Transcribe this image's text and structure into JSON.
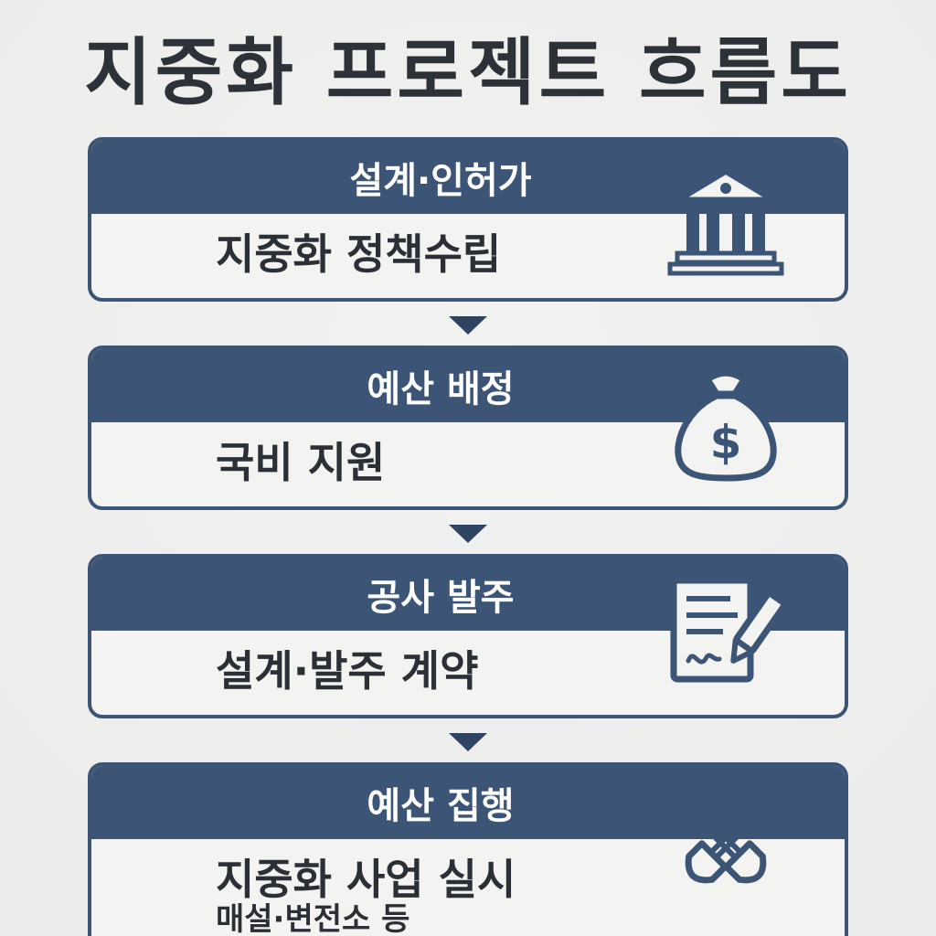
{
  "title": "지중화 프로젝트 흐름도",
  "steps": [
    {
      "header": "설계·인허가",
      "body": "지중화 정책수립",
      "icon": "government-building-icon"
    },
    {
      "header": "예산 배정",
      "body": "국비 지원",
      "icon": "money-bag-icon"
    },
    {
      "header": "공사 발주",
      "body": "설계·발주 계약",
      "icon": "contract-pen-icon"
    },
    {
      "header": "예산 집행",
      "body": "지중화 사업 실시",
      "sub": "매설·변전소 등",
      "icon": "crossed-shovels-icon"
    }
  ],
  "colors": {
    "accent": "#3c5577",
    "background": "#eeeeee",
    "text": "#2b2f36"
  }
}
